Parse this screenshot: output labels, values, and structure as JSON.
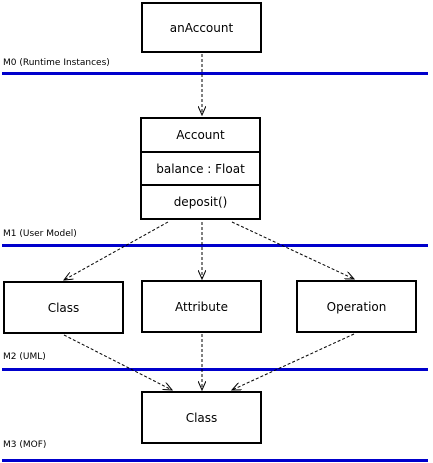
{
  "layers": [
    {
      "label": "M0 (Runtime Instances)"
    },
    {
      "label": "M1 (User Model)"
    },
    {
      "label": "M2 (UML)"
    },
    {
      "label": "M3 (MOF)"
    }
  ],
  "instance": {
    "label": "anAccount"
  },
  "model_class": {
    "name": "Account",
    "attribute": "balance : Float",
    "operation": "deposit()"
  },
  "uml": {
    "class": "Class",
    "attribute": "Attribute",
    "operation": "Operation"
  },
  "mof": {
    "class": "Class"
  },
  "colors": {
    "layer_line": "#0000cc",
    "box_border": "#000000",
    "arrow": "#000000"
  }
}
